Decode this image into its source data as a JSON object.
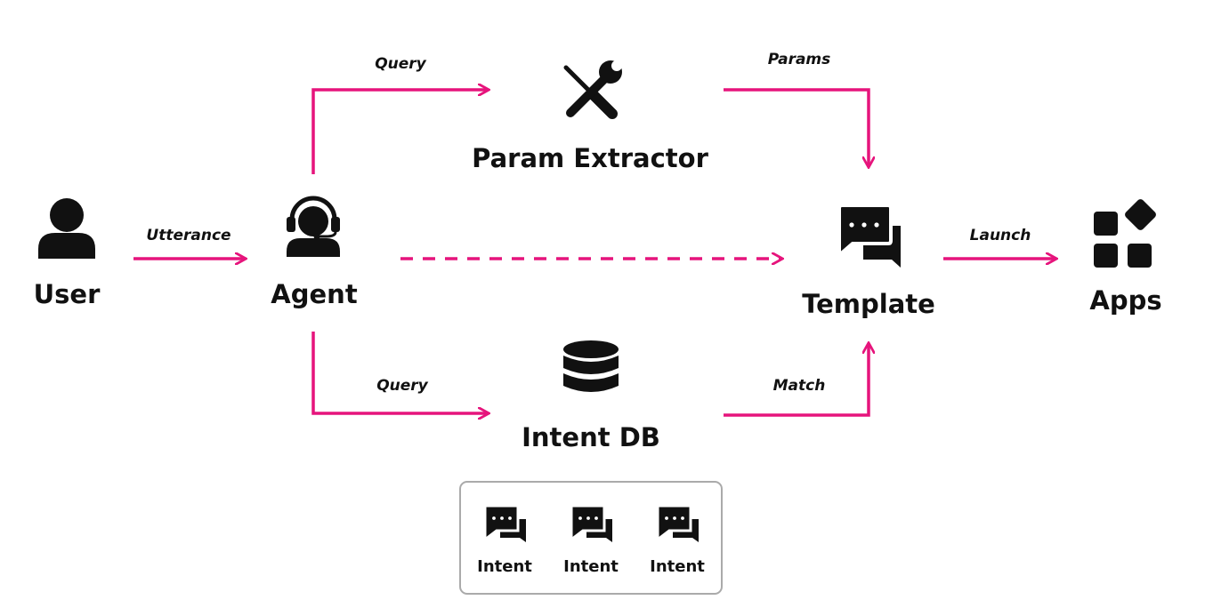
{
  "colors": {
    "accent": "#e6147c",
    "ink": "#111111",
    "box_border": "#aaaaaa"
  },
  "nodes": {
    "user": {
      "label": "User",
      "icon": "user-icon"
    },
    "agent": {
      "label": "Agent",
      "icon": "headset-agent-icon"
    },
    "param_extractor": {
      "label": "Param Extractor",
      "icon": "tools-icon"
    },
    "intent_db": {
      "label": "Intent DB",
      "icon": "database-icon"
    },
    "template": {
      "label": "Template",
      "icon": "chat-bubbles-icon"
    },
    "apps": {
      "label": "Apps",
      "icon": "apps-grid-icon"
    }
  },
  "edges": {
    "utterance": "Utterance",
    "query_top": "Query",
    "params": "Params",
    "query_bottom": "Query",
    "match": "Match",
    "launch": "Launch"
  },
  "intents": [
    {
      "label": "Intent",
      "icon": "chat-bubbles-icon"
    },
    {
      "label": "Intent",
      "icon": "chat-bubbles-icon"
    },
    {
      "label": "Intent",
      "icon": "chat-bubbles-icon"
    }
  ]
}
